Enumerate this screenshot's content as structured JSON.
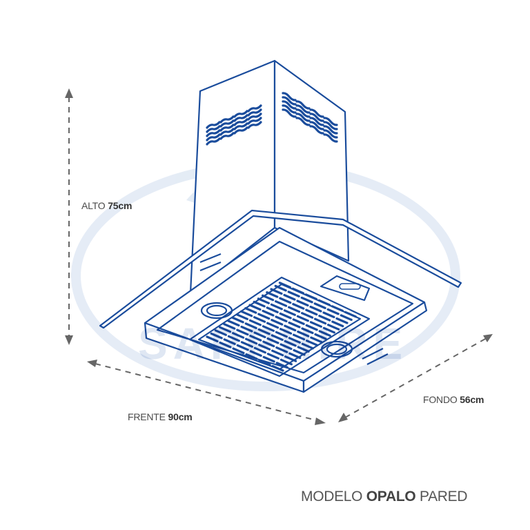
{
  "watermark": "SAPPHIRE",
  "dimensions": {
    "alto": {
      "label": "ALTO",
      "value": "75cm"
    },
    "frente": {
      "label": "FRENTE",
      "value": "90cm"
    },
    "fondo": {
      "label": "FONDO",
      "value": "56cm"
    }
  },
  "model": {
    "prefix": "MODELO",
    "name": "OPALO",
    "suffix": "PARED"
  },
  "colors": {
    "line": "#1a4c9c",
    "watermark": "#dfe7f3",
    "arrow": "#666666",
    "text": "#4a4a4a"
  }
}
